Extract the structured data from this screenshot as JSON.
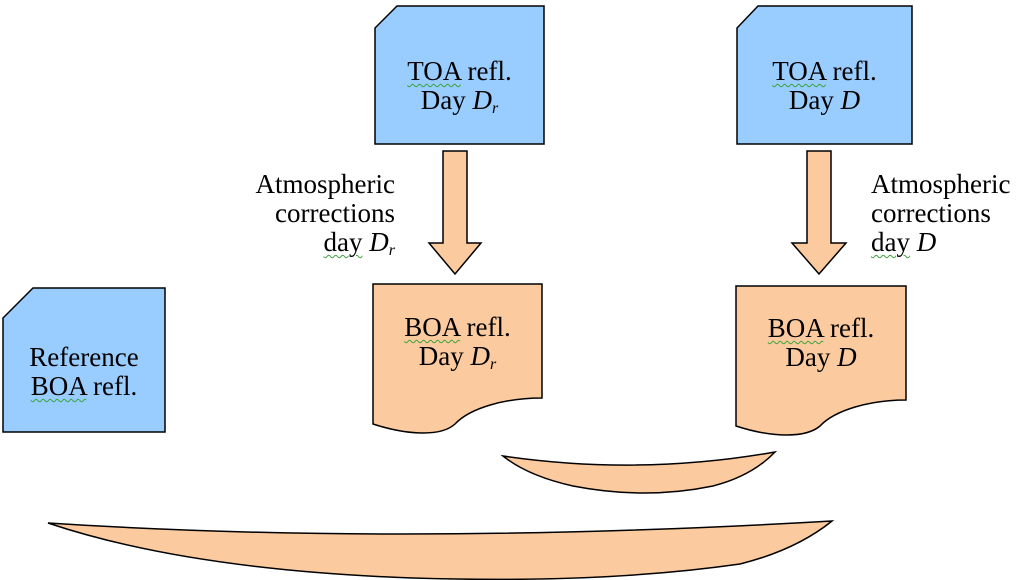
{
  "colors": {
    "toa_fill": "#99ccff",
    "boa_fill": "#fbcb9f",
    "arrow_fill": "#fbcb9f",
    "stroke": "#000000",
    "spellcheck_underline": "#3aa23a"
  },
  "toa_ref": {
    "line1_word": "TOA",
    "line1_rest": " refl.",
    "line2_prefix": "Day ",
    "day_var": "D",
    "day_sub": "r"
  },
  "toa_day": {
    "line1_word": "TOA",
    "line1_rest": " refl.",
    "line2_prefix": "Day ",
    "day_var": "D"
  },
  "boa_ref": {
    "line1_word": "BOA",
    "line1_rest": " refl.",
    "line2_prefix": "Day ",
    "day_var": "D",
    "day_sub": "r"
  },
  "boa_day": {
    "line1_word": "BOA",
    "line1_rest": " refl.",
    "line2_prefix": "Day ",
    "day_var": "D"
  },
  "reference": {
    "line1": "Reference",
    "line2_word": "BOA",
    "line2_rest": " refl."
  },
  "corr_left": {
    "line1": "Atmospheric",
    "line2": "corrections",
    "line3_word": "day",
    "line3_gap": " ",
    "day_var": "D",
    "day_sub": "r"
  },
  "corr_right": {
    "line1": "Atmospheric",
    "line2": "corrections",
    "line3_word": "day",
    "line3_gap": " ",
    "day_var": "D"
  }
}
